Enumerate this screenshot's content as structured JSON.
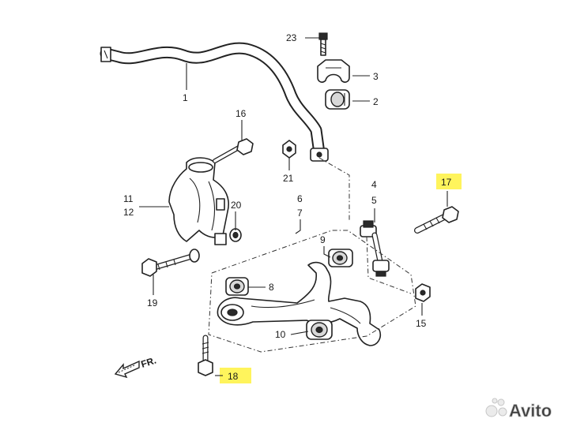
{
  "diagram": {
    "callouts": [
      {
        "id": "c1",
        "text": "1"
      },
      {
        "id": "c2",
        "text": "2"
      },
      {
        "id": "c3",
        "text": "3"
      },
      {
        "id": "c4",
        "text": "4"
      },
      {
        "id": "c5",
        "text": "5"
      },
      {
        "id": "c6",
        "text": "6"
      },
      {
        "id": "c7",
        "text": "7"
      },
      {
        "id": "c8",
        "text": "8"
      },
      {
        "id": "c9",
        "text": "9"
      },
      {
        "id": "c10",
        "text": "10"
      },
      {
        "id": "c11",
        "text": "11"
      },
      {
        "id": "c12",
        "text": "12"
      },
      {
        "id": "c15",
        "text": "15"
      },
      {
        "id": "c16",
        "text": "16"
      },
      {
        "id": "c17",
        "text": "17"
      },
      {
        "id": "c18",
        "text": "18"
      },
      {
        "id": "c19",
        "text": "19"
      },
      {
        "id": "c20",
        "text": "20"
      },
      {
        "id": "c21",
        "text": "21"
      },
      {
        "id": "c23",
        "text": "23"
      }
    ],
    "direction_label": "FR.",
    "highlight_color": "#fff45c",
    "watermark": "Avito"
  }
}
